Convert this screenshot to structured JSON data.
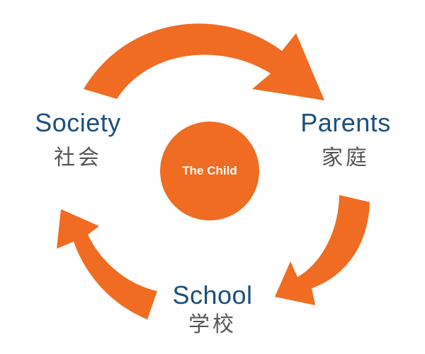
{
  "diagram": {
    "center": {
      "label": "The Child"
    },
    "nodes": {
      "society": {
        "en": "Society",
        "zh": "社会"
      },
      "parents": {
        "en": "Parents",
        "zh": "家庭"
      },
      "school": {
        "en": "School",
        "zh": "学校"
      }
    },
    "cycle_order": [
      "Society",
      "Parents",
      "School"
    ],
    "colors": {
      "accent": "#ef6c22",
      "label_en": "#1b4f7a",
      "label_zh": "#555555",
      "center_text": "#ffffff"
    }
  }
}
